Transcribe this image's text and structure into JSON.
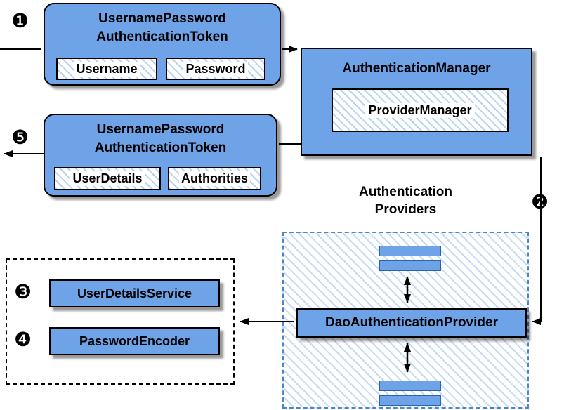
{
  "diagram": {
    "badges": {
      "step1": "❶",
      "step2": "❷",
      "step3": "❸",
      "step4": "❹",
      "step5": "❺"
    },
    "request_token": {
      "title_line1": "UsernamePassword",
      "title_line2": "AuthenticationToken",
      "fields": [
        "Username",
        "Password"
      ]
    },
    "authentication_manager": {
      "title": "AuthenticationManager",
      "inner": "ProviderManager"
    },
    "result_token": {
      "title_line1": "UsernamePassword",
      "title_line2": "AuthenticationToken",
      "fields": [
        "UserDetails",
        "Authorities"
      ]
    },
    "providers_label": {
      "line1": "Authentication",
      "line2": "Providers"
    },
    "dao_provider": "DaoAuthenticationProvider",
    "user_details_service": "UserDetailsService",
    "password_encoder": "PasswordEncoder",
    "colors": {
      "box_fill": "#6FA3E8",
      "hatch_stripe": "#7AACE8",
      "dashed_blue_border": "#4A86C8",
      "shadow": "rgba(0,0,0,0.40)"
    }
  }
}
